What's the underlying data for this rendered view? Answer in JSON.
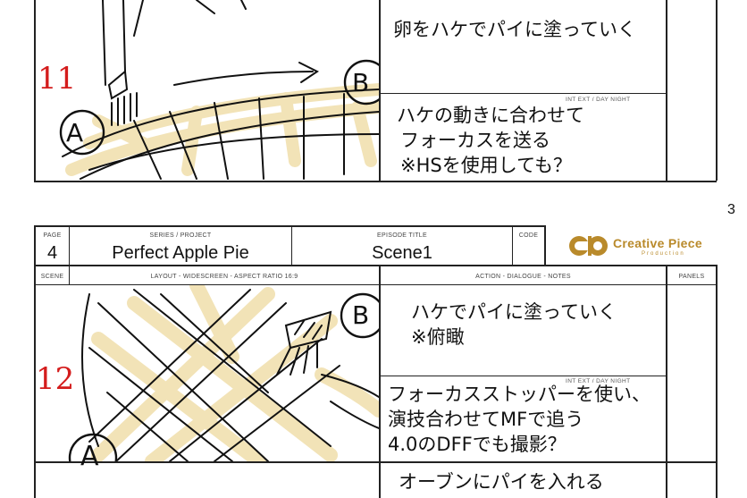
{
  "page_number": "3",
  "header": {
    "page_label": "PAGE",
    "page_value": "4",
    "series_label": "SERIES / PROJECT",
    "series_value": "Perfect Apple Pie",
    "episode_label": "EPISODE TITLE",
    "episode_value": "Scene1",
    "code_label": "CODE",
    "code_value": ""
  },
  "logo": {
    "name": "Creative Piece",
    "sub": "Production",
    "color": "#b98a2b"
  },
  "columns": {
    "scene_label": "SCENE",
    "layout_label": "LAYOUT - WIDESCREEN - ASPECT RATIO 16:9",
    "action_label": "ACTION - DIALOGUE - NOTES",
    "panels_label": "PANELS"
  },
  "slug_line": "INT   EXT  /  DAY   NIGHT",
  "scenes": [
    {
      "number": "11",
      "action": "卵をハケでパイに塗っていく",
      "notes": [
        "ハケの動きに合わせて",
        "フォーカスを送る",
        "※HSを使用しても？"
      ],
      "marker_a": "A",
      "marker_b": "B"
    },
    {
      "number": "12",
      "action": [
        "ハケでパイに塗っていく",
        "※俯瞰"
      ],
      "notes": [
        "フォーカスストッパーを使い、",
        "演技合わせてMFで追う",
        "4.0のDFFでも撮影？"
      ],
      "marker_a": "A",
      "marker_b": "B"
    },
    {
      "action": "オーブンにパイを入れる"
    }
  ],
  "colors": {
    "scene_number": "#d41c1c",
    "pastry_highlight": "#f1e0b0",
    "ink": "#111111"
  }
}
